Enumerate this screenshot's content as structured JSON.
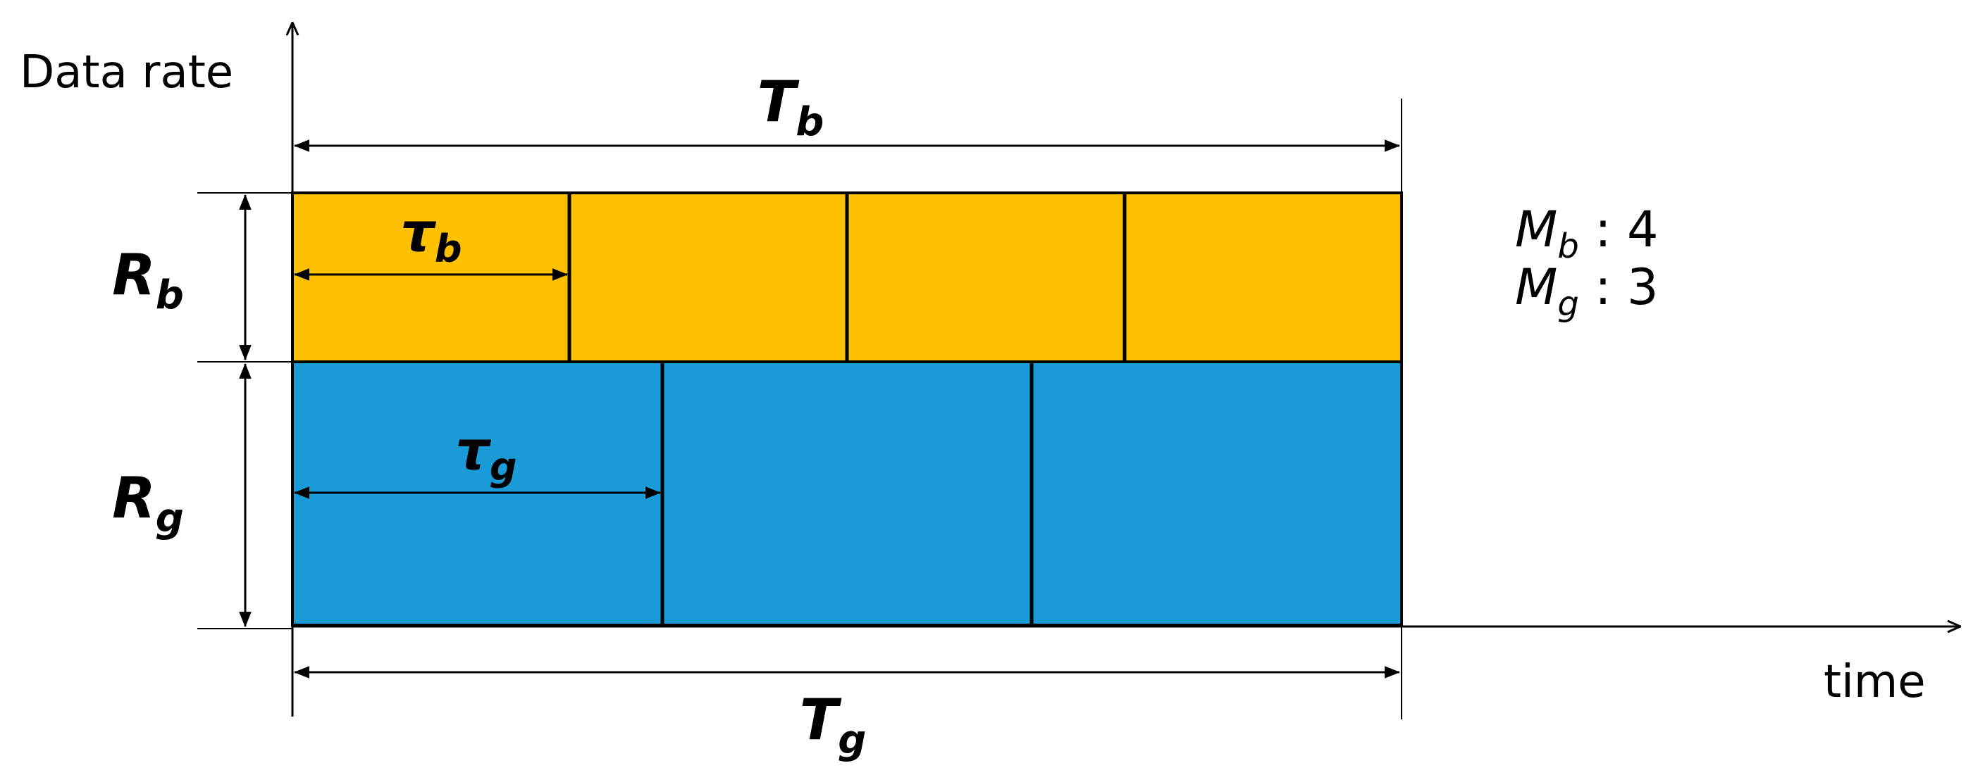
{
  "diagram": {
    "y_axis_label": "Data rate",
    "x_axis_label": "time",
    "colors": {
      "band_b": "#FFC000",
      "band_g": "#1A9BD7",
      "line": "#000000"
    },
    "band_b": {
      "duration_symbol": "T",
      "duration_subscript": "b",
      "slot_symbol": "τ",
      "slot_subscript": "b",
      "rate_symbol": "R",
      "rate_subscript": "b",
      "slot_count": 4
    },
    "band_g": {
      "duration_symbol": "T",
      "duration_subscript": "g",
      "slot_symbol": "τ",
      "slot_subscript": "g",
      "rate_symbol": "R",
      "rate_subscript": "g",
      "slot_count": 3
    },
    "legend": [
      {
        "symbol": "M",
        "subscript": "b",
        "separator": " : ",
        "value": "4"
      },
      {
        "symbol": "M",
        "subscript": "g",
        "separator": " : ",
        "value": "3"
      }
    ]
  }
}
